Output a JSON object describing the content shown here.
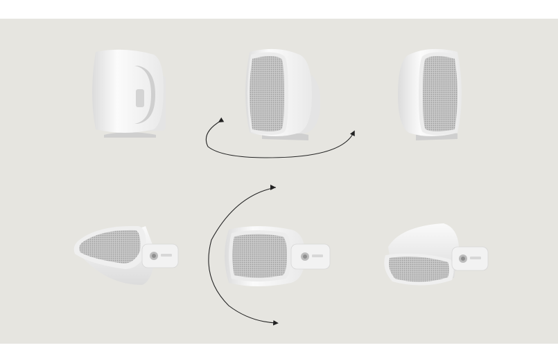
{
  "scene": {
    "background": "#e6e5e0",
    "border": "#ffffff",
    "rows": [
      {
        "orientation": "upright",
        "views": [
          {
            "angle": "side"
          },
          {
            "angle": "front-three-quarter-left"
          },
          {
            "angle": "front-three-quarter-right"
          }
        ],
        "rotation_arrow": "horizontal"
      },
      {
        "orientation": "horizontal",
        "views": [
          {
            "angle": "tilted-left"
          },
          {
            "angle": "front-horizontal"
          },
          {
            "angle": "tilted-right"
          }
        ],
        "rotation_arrow": "vertical"
      }
    ],
    "colors": {
      "speaker_body": "#f4f4f4",
      "speaker_shadow": "#cfcfcf",
      "grille": "#bdbdbd",
      "arrow": "#222222"
    }
  }
}
